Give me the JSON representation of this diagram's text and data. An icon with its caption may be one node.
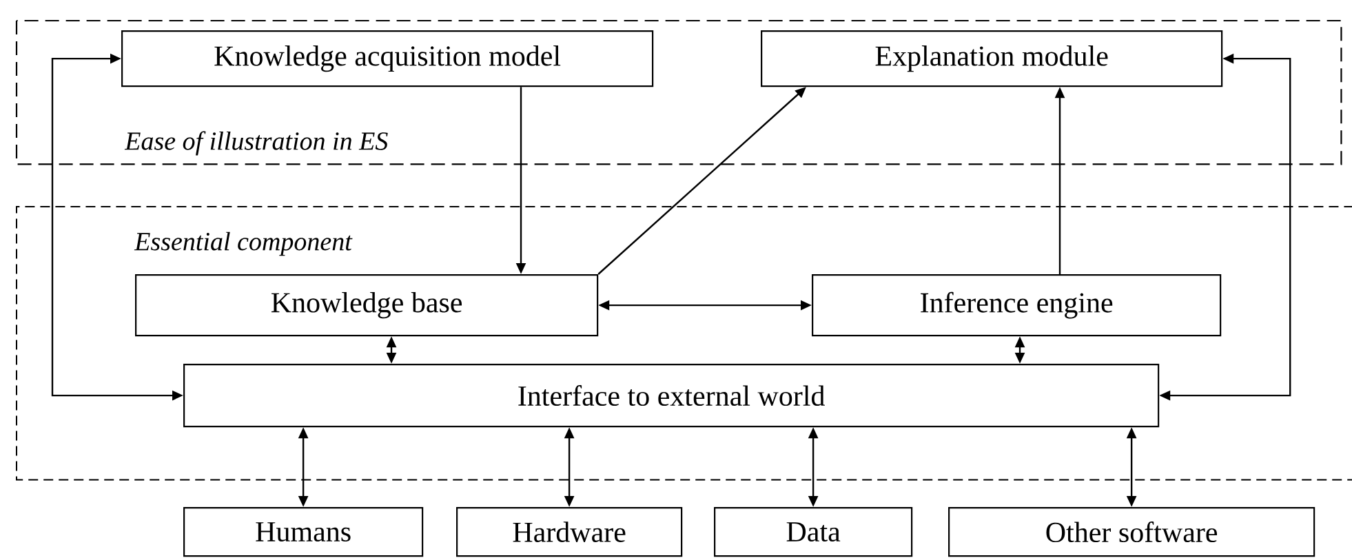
{
  "diagram": {
    "nodes": [
      {
        "text": [
          "Ease of illustration in ES"
        ]
      },
      {
        "text": [
          "Knowledge acquisition model"
        ],
        "in": 0
      },
      {
        "text": [
          "Explanation module"
        ],
        "in": 0
      },
      {
        "text": [
          "Essential component"
        ]
      },
      {
        "text": [
          "Knowledge base"
        ],
        "in": 3
      },
      {
        "text": [
          "Inference engine"
        ],
        "in": 3
      },
      {
        "text": [
          "Interface to external world"
        ],
        "in": 3
      },
      {
        "text": [
          "Humans"
        ]
      },
      {
        "text": [
          "Hardware"
        ]
      },
      {
        "text": [
          "Data"
        ]
      },
      {
        "text": [
          "Other software"
        ]
      }
    ],
    "edges": [
      {
        "from": 1,
        "to": 4,
        "arrow": "to"
      },
      {
        "from": 4,
        "to": 2,
        "arrow": "to"
      },
      {
        "from": 5,
        "to": 2,
        "arrow": "to"
      },
      {
        "from": 4,
        "to": 5,
        "arrow": "both"
      },
      {
        "from": 4,
        "to": 6,
        "arrow": "both"
      },
      {
        "from": 5,
        "to": 6,
        "arrow": "both"
      },
      {
        "from": 6,
        "to": 1,
        "arrow": "both"
      },
      {
        "from": 2,
        "to": 6,
        "arrow": "both"
      },
      {
        "from": 6,
        "to": 7,
        "arrow": "both"
      },
      {
        "from": 6,
        "to": 8,
        "arrow": "both"
      },
      {
        "from": 6,
        "to": 9,
        "arrow": "both"
      },
      {
        "from": 6,
        "to": 10,
        "arrow": "both"
      }
    ]
  }
}
